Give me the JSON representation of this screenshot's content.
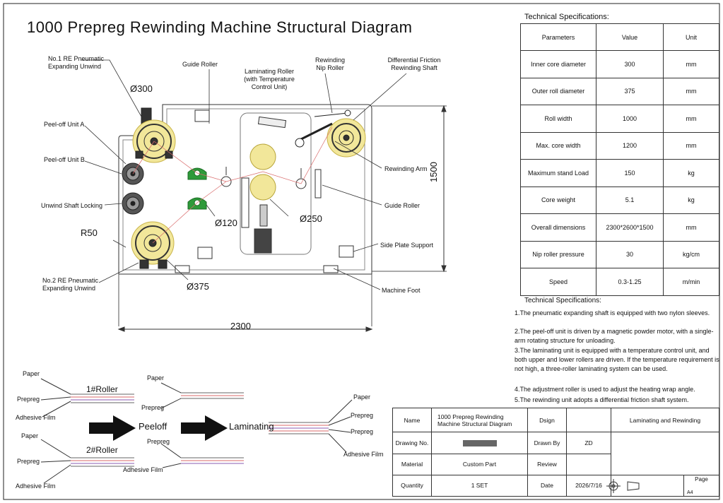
{
  "title": "1000 Prepreg Rewinding Machine Structural Diagram",
  "callouts": {
    "no1_unwind": "No.1 RE Pneumatic Expanding Unwind",
    "guide_roller_top": "Guide Roller",
    "laminating_roller": "Laminating Roller (with Temperature Control Unit)",
    "rewinding_nip_roller": "Rewinding Nip Roller",
    "diff_friction_shaft": "Differential Friction Rewinding Shaft",
    "peel_off_a": "Peel-off Unit A",
    "peel_off_b": "Peel-off Unit B",
    "unwind_shaft_locking": "Unwind Shaft Locking",
    "rewinding_arm": "Rewinding Arm",
    "guide_roller_right": "Guide Roller",
    "side_plate_support": "Side Plate Support",
    "no2_unwind": "No.2 RE Pneumatic Expanding Unwind",
    "machine_foot": "Machine Foot"
  },
  "dimensions": {
    "d300": "Ø300",
    "d120": "Ø120",
    "d250": "Ø250",
    "r50": "R50",
    "d375": "Ø375",
    "width": "2300",
    "height": "1500"
  },
  "spec_title": "Technical Specifications:",
  "spec_table": {
    "headers": [
      "Parameters",
      "Value",
      "Unit"
    ],
    "rows": [
      [
        "Inner core diameter",
        "300",
        "mm"
      ],
      [
        "Outer roll diameter",
        "375",
        "mm"
      ],
      [
        "Roll width",
        "1000",
        "mm"
      ],
      [
        "Max. core width",
        "1200",
        "mm"
      ],
      [
        "Maximum stand Load",
        "150",
        "kg"
      ],
      [
        "Core weight",
        "5.1",
        "kg"
      ],
      [
        "Overall dimensions",
        "2300*2600*1500",
        "mm"
      ],
      [
        "Nip roller pressure",
        "30",
        "kg/cm"
      ],
      [
        "Speed",
        "0.3-1.25",
        "m/min"
      ]
    ]
  },
  "notes_title": "Technical Specifications:",
  "notes": [
    "1.The pneumatic expanding shaft is equipped with two nylon sleeves.",
    "2.The peel-off unit is driven by a magnetic powder motor, with a single-arm rotating structure for unloading.",
    "3.The laminating unit is equipped with a temperature control unit, and both upper and lower rollers are driven. If the temperature requirement is not high, a three-roller laminating system can be used.",
    "4.The adjustment roller is used to adjust the heating wrap angle.",
    "5.The rewinding unit adopts a differential friction shaft system."
  ],
  "process": {
    "roller1": "1#Roller",
    "roller2": "2#Roller",
    "peeloff": "Peeloff",
    "laminating": "Laminating",
    "paper": "Paper",
    "prepreg": "Prepreg",
    "adhesive_film": "Adhesive Film"
  },
  "title_block": {
    "name_label": "Name",
    "name_value": "1000 Prepreg Rewinding Machine Structural Diagram",
    "design_label": "Dsign",
    "process_value": "Laminating and Rewinding",
    "drawing_no_label": "Drawing No.",
    "drawn_by_label": "Drawn By",
    "drawn_by_value": "ZD",
    "material_label": "Material",
    "material_value": "Custom Part",
    "review_label": "Review",
    "quantity_label": "Quantity",
    "quantity_value": "1 SET",
    "date_label": "Date",
    "date_value": "2026/7/16",
    "page_label": "Page",
    "sheet_size": "A4"
  },
  "colors": {
    "roller_yellow": "#f2e79a",
    "guide_green": "#2f9a3a",
    "line_red": "#d96a6a",
    "line_purple": "#8a5bb0"
  }
}
